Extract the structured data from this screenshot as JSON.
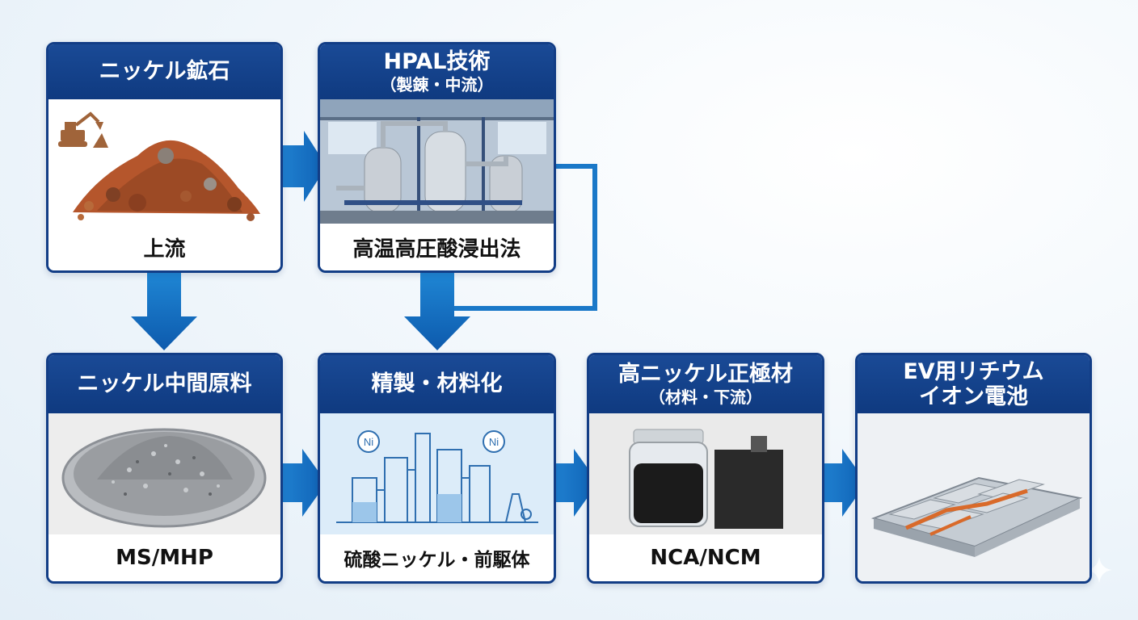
{
  "cards": {
    "ore": {
      "title": "ニッケル鉱石",
      "footer": "上流"
    },
    "hpal": {
      "title": "HPAL技術",
      "subtitle": "（製錬・中流）",
      "footer": "高温高圧酸浸出法"
    },
    "intermediate": {
      "title": "ニッケル中間原料",
      "footer": "MS/MHP"
    },
    "refining": {
      "title": "精製・材料化",
      "footer": "硫酸ニッケル・前駆体"
    },
    "cathode": {
      "title": "高ニッケル正極材",
      "subtitle": "（材料・下流）",
      "footer": "NCA/NCM"
    },
    "battery": {
      "title": "EV用リチウム",
      "subtitle": "イオン電池"
    }
  },
  "icons": {
    "ore_corner": "excavator-icon",
    "refining_badges": "ni-element-icon",
    "arrows": "arrow-icon"
  },
  "refining_badge_text": "Ni",
  "colors": {
    "header": "#123d86",
    "arrow": "#1878c8",
    "ore": "#9c4a25",
    "mhp": "#8a8d91",
    "refining_bg": "#dcecf9"
  }
}
